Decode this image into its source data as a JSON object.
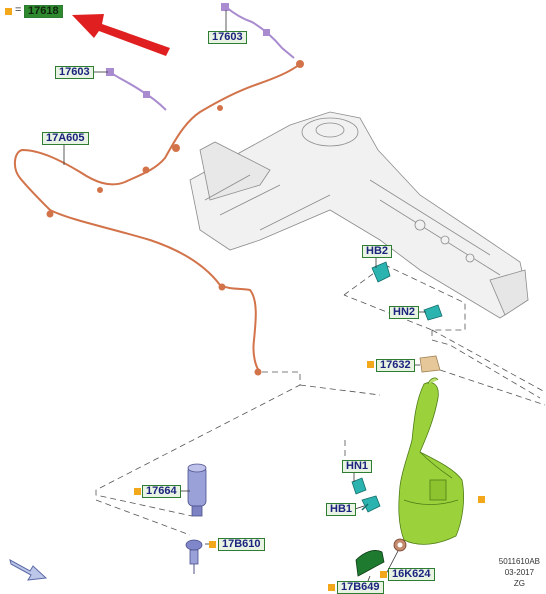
{
  "main_part": {
    "number": "17618",
    "prefix": "="
  },
  "callouts": {
    "c17603a": "17603",
    "c17603b": "17603",
    "c17a605": "17A605",
    "hb2": "HB2",
    "hn2": "HN2",
    "c17632": "17632",
    "hn1": "HN1",
    "c17664": "17664",
    "hb1": "HB1",
    "c17b610": "17B610",
    "c16k624": "16K624",
    "c17b649": "17B649"
  },
  "footer": {
    "code": "5011610AB",
    "date": "03-2017",
    "tag": "ZG"
  },
  "colors": {
    "marker": "#f3a81c",
    "callout_border": "#2f7d32",
    "arrow": "#e02020",
    "hose": "#d2734a",
    "cable": "#a98bd0",
    "reservoir": "#9bd23c",
    "pump": "#9aa0d8",
    "clip": "#2bb3b0"
  },
  "icons": {
    "pointer": "red-arrow-icon",
    "direction": "front-direction-arrow-icon"
  }
}
